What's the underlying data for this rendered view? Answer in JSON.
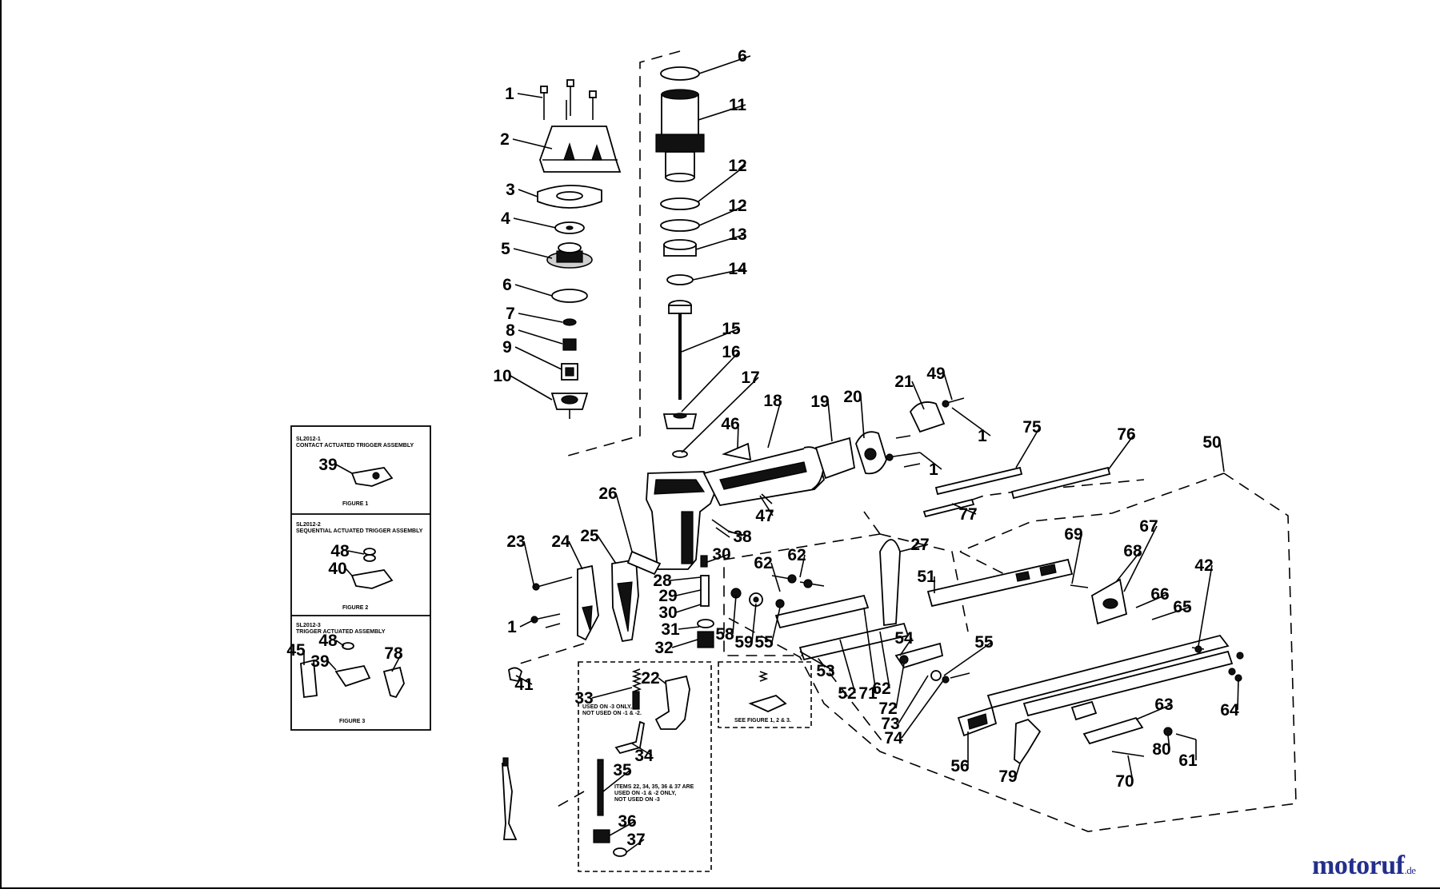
{
  "diagram": {
    "part_numbers": [
      {
        "label": "1"
      },
      {
        "label": "2"
      },
      {
        "label": "3"
      },
      {
        "label": "4"
      },
      {
        "label": "5"
      },
      {
        "label": "6"
      },
      {
        "label": "7"
      },
      {
        "label": "8"
      },
      {
        "label": "9"
      },
      {
        "label": "10"
      },
      {
        "label": "6"
      },
      {
        "label": "11"
      },
      {
        "label": "12"
      },
      {
        "label": "12"
      },
      {
        "label": "13"
      },
      {
        "label": "14"
      },
      {
        "label": "15"
      },
      {
        "label": "16"
      },
      {
        "label": "17"
      },
      {
        "label": "18"
      },
      {
        "label": "19"
      },
      {
        "label": "20"
      },
      {
        "label": "21"
      },
      {
        "label": "49"
      },
      {
        "label": "1"
      },
      {
        "label": "1"
      },
      {
        "label": "46"
      },
      {
        "label": "47"
      },
      {
        "label": "38"
      },
      {
        "label": "26"
      },
      {
        "label": "75"
      },
      {
        "label": "76"
      },
      {
        "label": "50"
      },
      {
        "label": "77"
      },
      {
        "label": "27"
      },
      {
        "label": "69"
      },
      {
        "label": "67"
      },
      {
        "label": "68"
      },
      {
        "label": "66"
      },
      {
        "label": "65"
      },
      {
        "label": "42"
      },
      {
        "label": "51"
      },
      {
        "label": "23"
      },
      {
        "label": "24"
      },
      {
        "label": "25"
      },
      {
        "label": "30"
      },
      {
        "label": "28"
      },
      {
        "label": "29"
      },
      {
        "label": "30"
      },
      {
        "label": "31"
      },
      {
        "label": "32"
      },
      {
        "label": "1"
      },
      {
        "label": "41"
      },
      {
        "label": "62"
      },
      {
        "label": "62"
      },
      {
        "label": "58"
      },
      {
        "label": "59"
      },
      {
        "label": "55"
      },
      {
        "label": "53"
      },
      {
        "label": "52"
      },
      {
        "label": "71"
      },
      {
        "label": "62"
      },
      {
        "label": "54"
      },
      {
        "label": "55"
      },
      {
        "label": "72"
      },
      {
        "label": "73"
      },
      {
        "label": "74"
      },
      {
        "label": "63"
      },
      {
        "label": "64"
      },
      {
        "label": "56"
      },
      {
        "label": "79"
      },
      {
        "label": "80"
      },
      {
        "label": "61"
      },
      {
        "label": "70"
      },
      {
        "label": "33"
      },
      {
        "label": "22"
      },
      {
        "label": "34"
      },
      {
        "label": "35"
      },
      {
        "label": "36"
      },
      {
        "label": "37"
      },
      {
        "label": "39"
      },
      {
        "label": "48"
      },
      {
        "label": "40"
      },
      {
        "label": "45"
      },
      {
        "label": "48"
      },
      {
        "label": "39"
      },
      {
        "label": "78"
      }
    ],
    "inset_box": {
      "panel1_header_a": "SL2012-1",
      "panel1_header_b": "CONTACT ACTUATED TRIGGER ASSEMBLY",
      "panel1_caption": "FIGURE 1",
      "panel2_header_a": "SL2012-2",
      "panel2_header_b": "SEQUENTIAL ACTUATED TRIGGER ASSEMBLY",
      "panel2_caption": "FIGURE 2",
      "panel3_header_a": "SL2012-3",
      "panel3_header_b": "TRIGGER ACTUATED ASSEMBLY",
      "panel3_caption": "FIGURE 3"
    },
    "trigger_box_notes": {
      "note_33_a": "USED ON -3 ONLY,",
      "note_33_b": "NOT USED ON -1 & -2.",
      "note_items_a": "ITEMS 22, 34, 35, 36 & 37 ARE",
      "note_items_b": "USED ON -1 & -2 ONLY,",
      "note_items_c": "NOT USED ON -3"
    },
    "see_figure_note": "SEE FIGURE 1, 2 & 3."
  },
  "watermark": {
    "brand": "motoruf",
    "tld": ".de",
    "color": "#232f8c"
  }
}
